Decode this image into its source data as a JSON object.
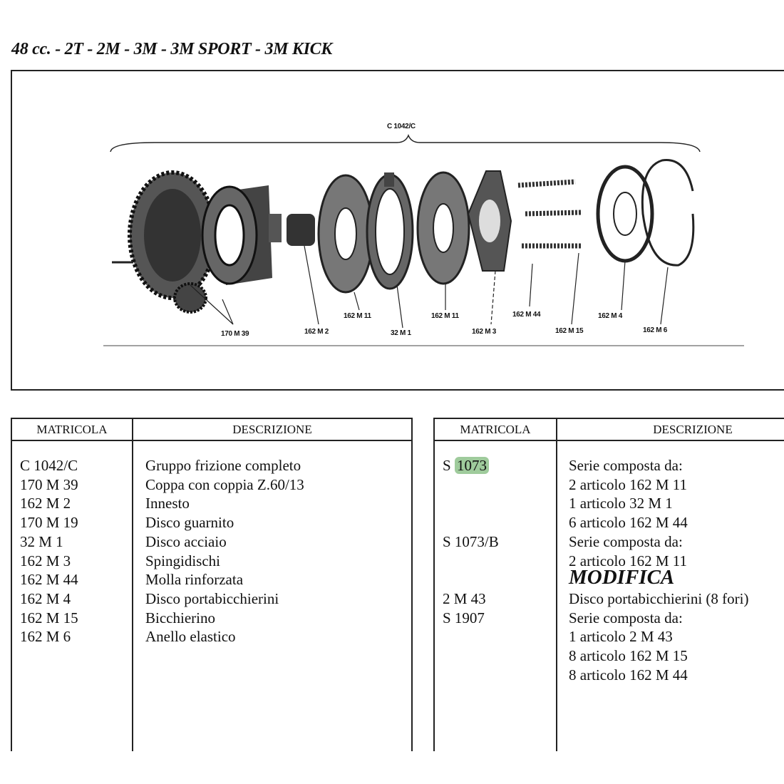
{
  "title": "48 cc. - 2T - 2M - 3M - 3M SPORT - 3M KICK",
  "diagram": {
    "assembly_label": "C 1042/C",
    "part_labels": [
      "170 M 39",
      "162 M 2",
      "162 M 11",
      "32 M 1",
      "162 M 11",
      "162 M 3",
      "162 M 44",
      "162 M 15",
      "162 M 4",
      "162 M 6"
    ]
  },
  "left_table": {
    "headers": [
      "MATRICOLA",
      "DESCRIZIONE"
    ],
    "rows": [
      {
        "code": "C 1042/C",
        "desc": "Gruppo frizione completo"
      },
      {
        "code": "170 M 39",
        "desc": "Coppa con coppia Z.60/13"
      },
      {
        "code": "162 M 2",
        "desc": "Innesto"
      },
      {
        "code": "170 M 19",
        "desc": "Disco guarnito"
      },
      {
        "code": "32 M 1",
        "desc": "Disco acciaio"
      },
      {
        "code": "162 M 3",
        "desc": "Spingidischi"
      },
      {
        "code": "162 M 44",
        "desc": "Molla rinforzata"
      },
      {
        "code": "162 M 4",
        "desc": "Disco portabicchierini"
      },
      {
        "code": "162 M 15",
        "desc": "Bicchierino"
      },
      {
        "code": "162 M 6",
        "desc": "Anello elastico"
      }
    ]
  },
  "right_table": {
    "headers": [
      "MATRICOLA",
      "DESCRIZIONE"
    ],
    "s1073_prefix": "S",
    "s1073_number": "1073",
    "highlight_color": "#9fcb9c",
    "rows": [
      {
        "code": "",
        "desc": "Serie composta da:"
      },
      {
        "code": "",
        "desc": "2 articolo 162 M 11"
      },
      {
        "code": "",
        "desc": "1 articolo 32 M 1"
      },
      {
        "code": "",
        "desc": "6 articolo 162 M 44"
      },
      {
        "code": "S 1073/B",
        "desc": "Serie composta da:"
      },
      {
        "code": "",
        "desc": "2 articolo 162 M 11"
      },
      {
        "code": "",
        "desc": "MODIFICA"
      },
      {
        "code": "2 M 43",
        "desc": "Disco portabicchierini (8 fori)"
      },
      {
        "code": "S 1907",
        "desc": "Serie composta da:"
      },
      {
        "code": "",
        "desc": "1 articolo 2 M 43"
      },
      {
        "code": "",
        "desc": "8 articolo 162 M 15"
      },
      {
        "code": "",
        "desc": "8 articolo 162 M 44"
      }
    ]
  }
}
